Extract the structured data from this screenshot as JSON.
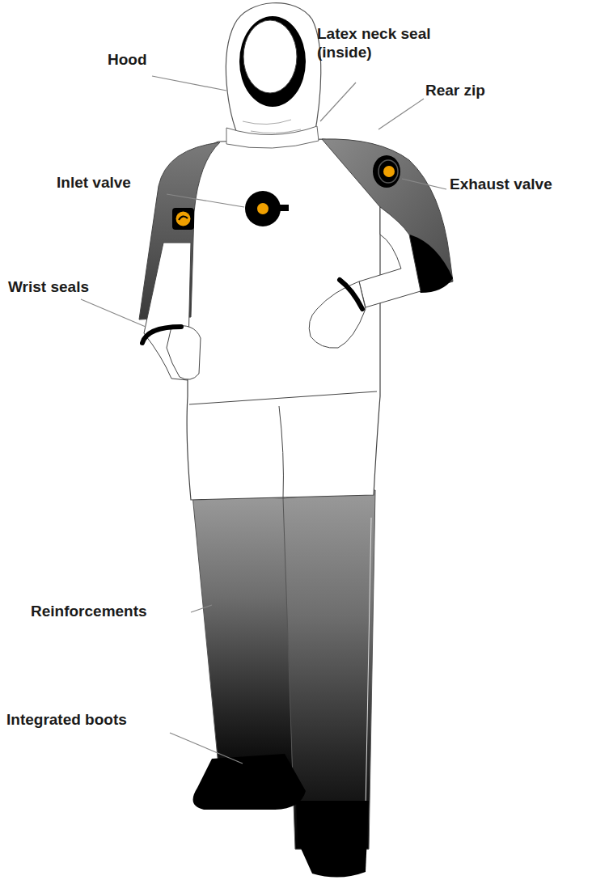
{
  "diagram": {
    "labels": [
      "Hood",
      "Latex neck seal (inside)",
      "Rear zip",
      "Inlet valve",
      "Exhaust valve",
      "Wrist seals",
      "Reinforcements",
      "Integrated boots"
    ]
  }
}
